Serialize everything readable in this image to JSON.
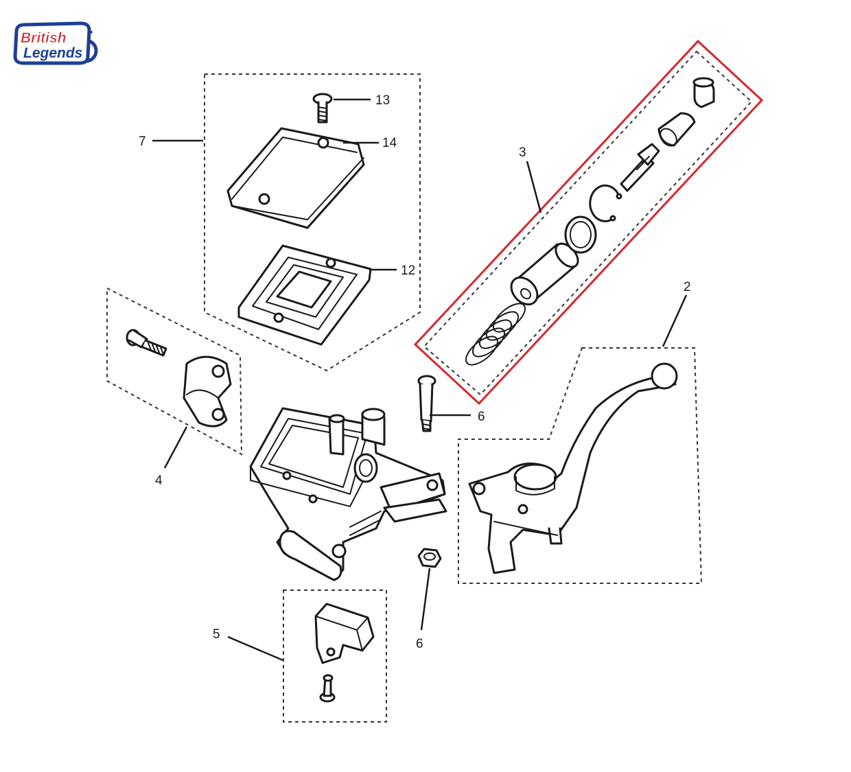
{
  "logo": {
    "line1": "British",
    "line2": "Legends",
    "colors": {
      "red": "#d7262d",
      "blue": "#1f3f96",
      "white": "#ffffff"
    }
  },
  "callouts": {
    "c2": "2",
    "c3": "3",
    "c4": "4",
    "c5": "5",
    "c6_upper": "6",
    "c6_lower": "6",
    "c7": "7",
    "c12": "12",
    "c13": "13",
    "c14": "14"
  },
  "highlight": {
    "color": "#d7262d",
    "highlighted_part": "3"
  },
  "colors": {
    "ink": "#1a1a1a",
    "background": "#ffffff"
  }
}
